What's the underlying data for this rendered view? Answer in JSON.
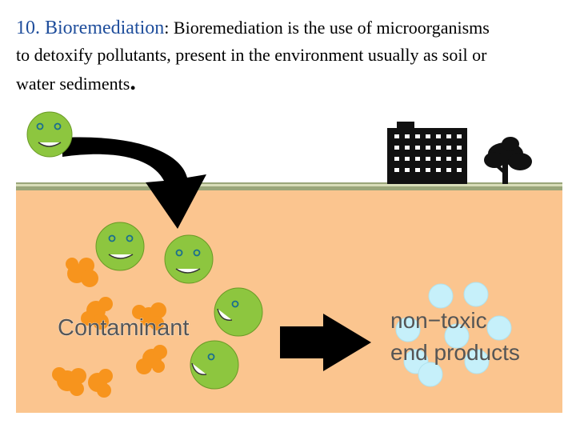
{
  "slide": {
    "heading": "10. Bioremediation",
    "heading_separator": ": ",
    "sentence_line1": "Bioremediation is the use of microorganisms",
    "sentence_line2": "to detoxify pollutants, present in the environment usually as soil or",
    "sentence_line3": "water sediments",
    "final_dot": "."
  },
  "diagram": {
    "contaminant_label": "Contaminant",
    "products_label_line1": "non−toxic",
    "products_label_line2": "end products",
    "colors": {
      "heading": "#1f4e9c",
      "soil": "#fbc58f",
      "ground_line": "#9aa67a",
      "microbe": "#8dc63f",
      "microbe_outline": "#6a9a26",
      "contaminant": "#f7941d",
      "end_product": "#c6f0fa",
      "arrow": "#000000",
      "label_text": "#555555"
    },
    "icons": [
      "smiling-microbe-icon",
      "contaminant-blob-icon",
      "building-icon",
      "tree-icon",
      "curved-arrow-icon",
      "right-arrow-icon",
      "product-bubble-icon"
    ]
  }
}
